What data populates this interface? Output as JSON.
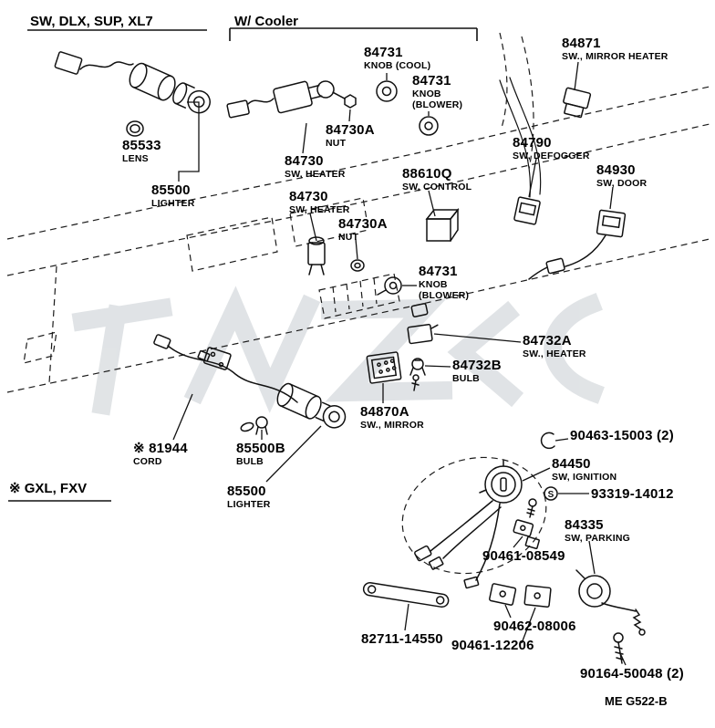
{
  "header": {
    "group_top_left": "SW, DLX, SUP, XL7",
    "group_cooler": "W/ Cooler",
    "group_bottom_left": "※ GXL, FXV"
  },
  "footer": {
    "code": "ME  G522-B"
  },
  "symbols": {
    "screw_s": "S"
  },
  "labels": [
    {
      "part": "85533",
      "desc": "LENS"
    },
    {
      "part": "85500",
      "desc": "LIGHTER"
    },
    {
      "part": "84731",
      "desc": "KNOB (COOL)"
    },
    {
      "part": "84731",
      "desc": "KNOB\n(BLOWER)"
    },
    {
      "part": "84871",
      "desc": "SW., MIRROR HEATER"
    },
    {
      "part": "84730A",
      "desc": "NUT"
    },
    {
      "part": "84730",
      "desc": "SW, HEATER"
    },
    {
      "part": "84790",
      "desc": "SW, DEFOGGER"
    },
    {
      "part": "88610Q",
      "desc": "SW, CONTROL"
    },
    {
      "part": "84930",
      "desc": "SW, DOOR"
    },
    {
      "part": "84730",
      "desc": "SW, HEATER"
    },
    {
      "part": "84730A",
      "desc": "NUT"
    },
    {
      "part": "84731",
      "desc": "KNOB\n(BLOWER)"
    },
    {
      "part": "84732A",
      "desc": "SW., HEATER"
    },
    {
      "part": "84732B",
      "desc": "BULB"
    },
    {
      "part": "84870A",
      "desc": "SW., MIRROR"
    },
    {
      "part": "※ 81944",
      "desc": "CORD"
    },
    {
      "part": "85500B",
      "desc": "BULB"
    },
    {
      "part": "85500",
      "desc": "LIGHTER"
    },
    {
      "part": "90463-15003 (2)",
      "desc": ""
    },
    {
      "part": "84450",
      "desc": "SW, IGNITION"
    },
    {
      "part": "93319-14012",
      "desc": ""
    },
    {
      "part": "84335",
      "desc": "SW, PARKING"
    },
    {
      "part": "90461-08549",
      "desc": ""
    },
    {
      "part": "90462-08006",
      "desc": ""
    },
    {
      "part": "82711-14550",
      "desc": ""
    },
    {
      "part": "90461-12206",
      "desc": ""
    },
    {
      "part": "90164-50048 (2)",
      "desc": ""
    }
  ]
}
